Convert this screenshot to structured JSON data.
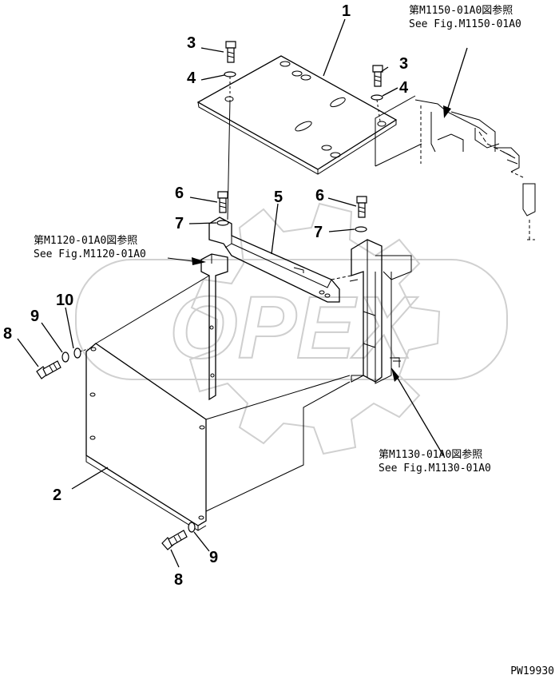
{
  "callouts": {
    "c1": "1",
    "c2": "2",
    "c3a": "3",
    "c3b": "3",
    "c4a": "4",
    "c4b": "4",
    "c5": "5",
    "c6a": "6",
    "c6b": "6",
    "c7a": "7",
    "c7b": "7",
    "c8a": "8",
    "c8b": "8",
    "c9a": "9",
    "c9b": "9",
    "c10": "10"
  },
  "references": {
    "m1150_jp": "第M1150-01A0図参照",
    "m1150_en": "See Fig.M1150-01A0",
    "m1120_jp": "第M1120-01A0図参照",
    "m1120_en": "See Fig.M1120-01A0",
    "m1130_jp": "第M1130-01A0図参照",
    "m1130_en": "See Fig.M1130-01A0"
  },
  "watermark": {
    "text": "OPEX",
    "color": "#d9d9d9"
  },
  "drawing_code": "PW19930"
}
